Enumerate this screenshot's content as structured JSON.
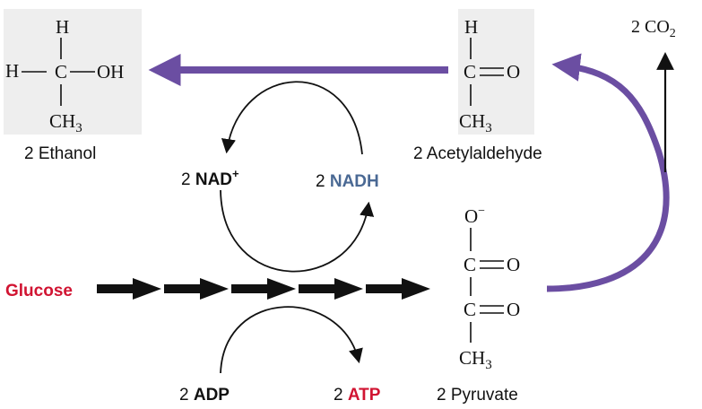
{
  "colors": {
    "purple": "#6b4ea2",
    "red": "#d11432",
    "blue": "#4a6994",
    "box": "#eeeeee",
    "black": "#111111"
  },
  "ethanol": {
    "atom_h_top": "H",
    "atom_h_left": "H",
    "atom_c": "C",
    "atom_oh": "OH",
    "atom_ch": "CH",
    "sub_3": "3",
    "label": "2 Ethanol"
  },
  "acetaldehyde": {
    "atom_h_top": "H",
    "atom_c": "C",
    "atom_o": "O",
    "atom_ch": "CH",
    "sub_3": "3",
    "label": "2 Acetylaldehyde"
  },
  "pyruvate": {
    "atom_o_top": "O",
    "charge": "−",
    "atom_c1": "C",
    "atom_o1": "O",
    "atom_c2": "C",
    "atom_o2": "O",
    "atom_ch": "CH",
    "sub_3": "3",
    "label": "2 Pyruvate"
  },
  "co2": {
    "prefix": "2 CO",
    "sub": "2"
  },
  "nad": {
    "coef": "2 ",
    "name": "NAD",
    "sup": "+"
  },
  "nadh": {
    "coef": "2 ",
    "name": "NADH"
  },
  "adp": {
    "coef": "2 ",
    "name": "ADP"
  },
  "atp": {
    "coef": "2 ",
    "name": "ATP"
  },
  "glucose": "Glucose"
}
